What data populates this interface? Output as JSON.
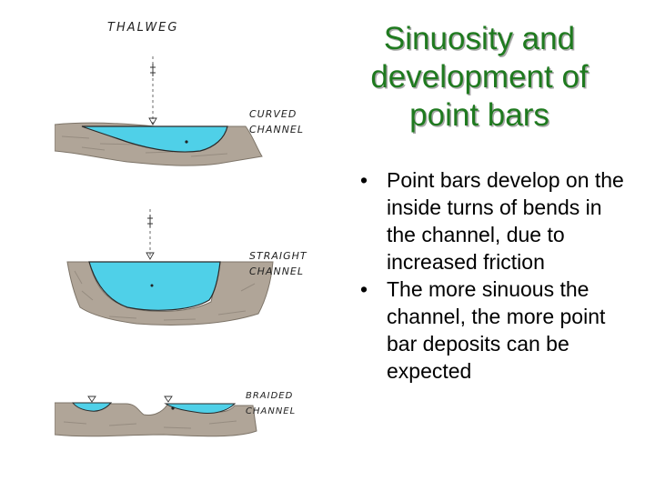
{
  "slide": {
    "title": "Sinuosity and development of point bars",
    "bullets": [
      "Point bars develop on the inside turns of bends in the channel, due to increased friction",
      "The more sinuous the channel, the more point bar deposits can be expected"
    ],
    "bullet_glyph": "•"
  },
  "figure": {
    "thalweg_label": "THALWEG",
    "curved_label": [
      "CURVED",
      "CHANNEL"
    ],
    "straight_label": [
      "STRAIGHT",
      "CHANNEL"
    ],
    "braided_label": [
      "BRAIDED",
      "CHANNEL"
    ],
    "colors": {
      "water": "#4fd0e8",
      "ground": "#b0a598",
      "ground_dark": "#8e8478",
      "title_green": "#1f7a1f"
    }
  }
}
